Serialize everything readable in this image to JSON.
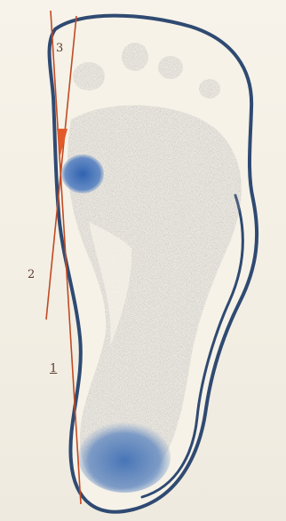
{
  "labels": {
    "one": "1",
    "two": "2",
    "three": "3"
  },
  "colors": {
    "outline": "#2f4a72",
    "print": "#6c6c70",
    "pressure": "#4d78b8",
    "guide_line": "#c24a22",
    "marker": "#e35a2a"
  }
}
